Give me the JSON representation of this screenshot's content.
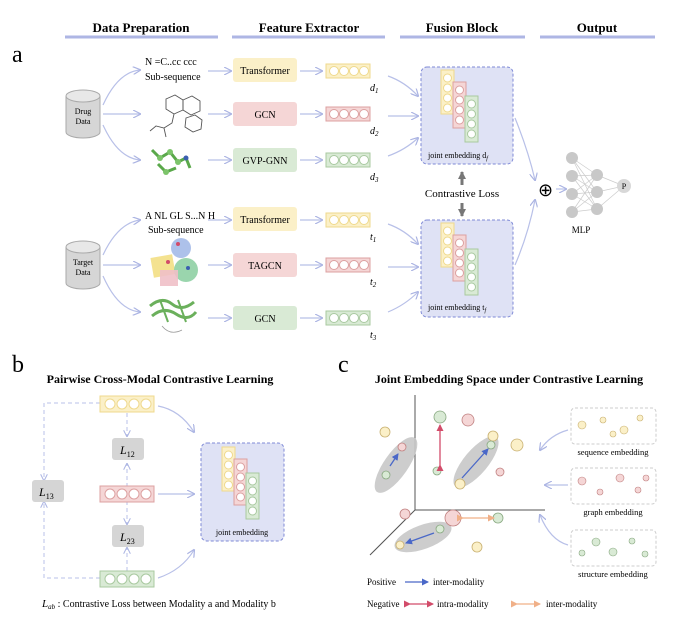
{
  "headers": [
    "Data Preparation",
    "Feature Extractor",
    "Fusion Block",
    "Output"
  ],
  "panels": {
    "a": "a",
    "b": "b",
    "c": "c"
  },
  "sources": {
    "drug": "Drug\nData",
    "target": "Target\nData"
  },
  "drug_inputs": {
    "smiles": "N =C..cc ccc",
    "subseq": "Sub-sequence"
  },
  "target_inputs": {
    "seq": "A NL GL S...N H",
    "subseq": "Sub-sequence"
  },
  "drug_extractors": [
    {
      "label": "Transformer",
      "out_base": "d",
      "out_sub": "1",
      "color": "#fbf0c8"
    },
    {
      "label": "GCN",
      "out_base": "d",
      "out_sub": "2",
      "color": "#f5d6d6"
    },
    {
      "label": "GVP-GNN",
      "out_base": "d",
      "out_sub": "3",
      "color": "#d9ead5"
    }
  ],
  "target_extractors": [
    {
      "label": "Transformer",
      "out_base": "t",
      "out_sub": "1",
      "color": "#fbf0c8"
    },
    {
      "label": "TAGCN",
      "out_base": "t",
      "out_sub": "2",
      "color": "#f5d6d6"
    },
    {
      "label": "GCN",
      "out_base": "t",
      "out_sub": "3",
      "color": "#d9ead5"
    }
  ],
  "fusion": {
    "drug_label": "joint embedding d",
    "drug_sub": "f",
    "target_label": "joint embedding t",
    "target_sub": "f",
    "loss": "Contrastive Loss"
  },
  "output": {
    "plus": "⊕",
    "mlp": "MLP",
    "p": "P"
  },
  "panel_b": {
    "title": "Pairwise Cross-Modal Contrastive Learning",
    "losses": [
      {
        "base": "L",
        "sub": "12"
      },
      {
        "base": "L",
        "sub": "13"
      },
      {
        "base": "L",
        "sub": "23"
      }
    ],
    "joint": "joint embedding",
    "footnote_base": "L",
    "footnote_sub": "ab",
    "footnote": " : Contrastive Loss between Modality a and Modality b"
  },
  "panel_c": {
    "title": "Joint Embedding Space under Contrastive Learning",
    "embeddings": [
      "sequence embedding",
      "graph embedding",
      "structure embedding"
    ],
    "legend": {
      "positive": "Positive",
      "negative": "Negative",
      "inter1": "inter-modality",
      "intra": "intra-modality",
      "inter2": "inter-modality"
    }
  },
  "colors": {
    "yellow": "#fbf0c8",
    "yellow_stroke": "#efd98d",
    "pink": "#f5d6d6",
    "pink_stroke": "#dca0a0",
    "green": "#d9ead5",
    "green_stroke": "#a9c9a0",
    "arrow": "#b8c0e8",
    "fusion_bg": "#dfe2f5",
    "header_line": "#aeb6e4",
    "red": "#d24c6a",
    "blue": "#4a68c8",
    "orange": "#f0b088"
  }
}
